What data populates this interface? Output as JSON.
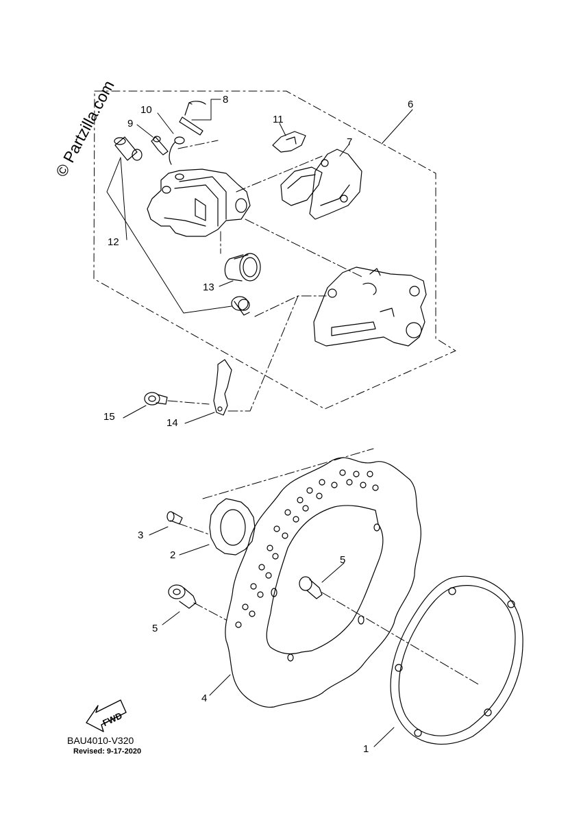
{
  "watermark": "© Partzilla.com",
  "diagram_code": "BAU4010-V320",
  "revised_label": "Revised: 9-17-2020",
  "fwd_label": "FWD",
  "callouts": {
    "c1": "1",
    "c2": "2",
    "c3": "3",
    "c4": "4",
    "c5a": "5",
    "c5b": "5",
    "c6": "6",
    "c7": "7",
    "c8": "8",
    "c9": "9",
    "c10": "10",
    "c11": "11",
    "c12": "12",
    "c13": "13",
    "c14": "14",
    "c15": "15"
  }
}
